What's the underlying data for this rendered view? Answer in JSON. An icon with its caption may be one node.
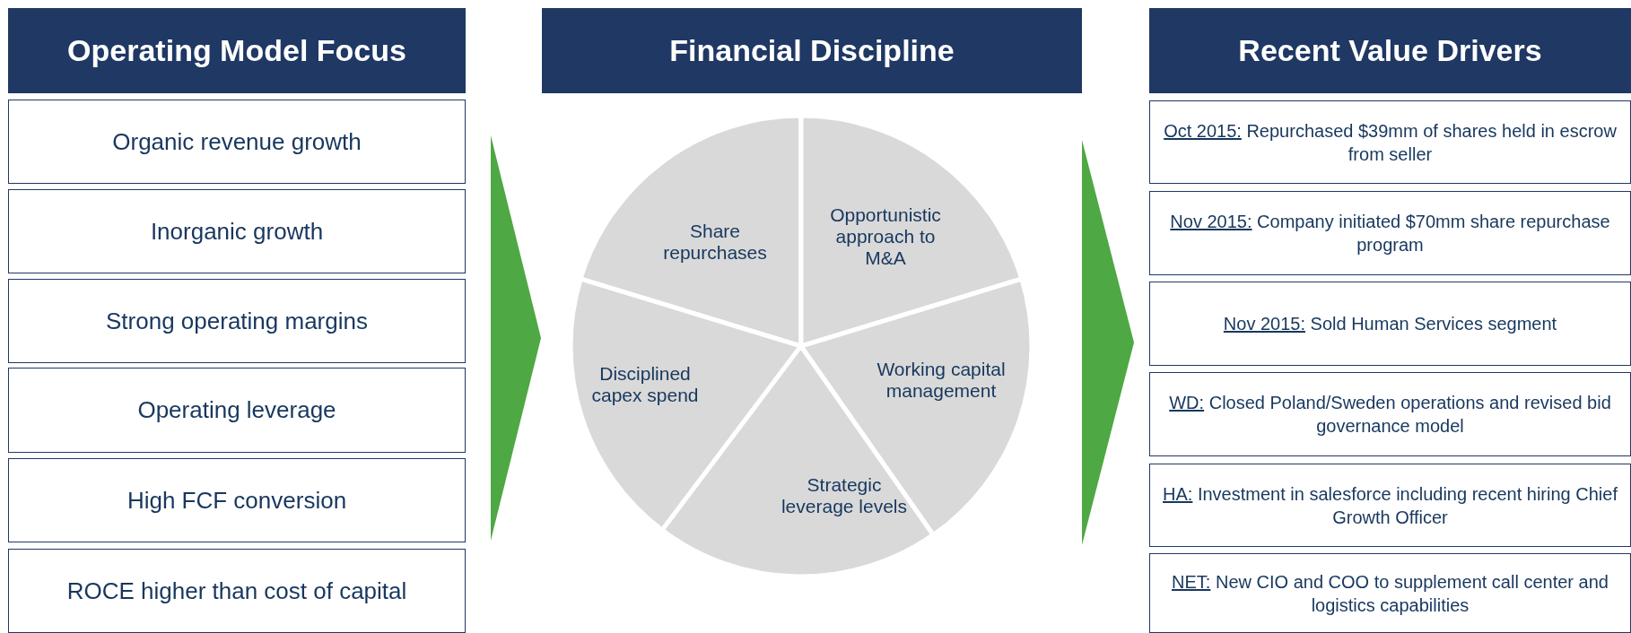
{
  "diagram": {
    "nodes": [
      {
        "text": [
          "Operating Model Focus"
        ]
      },
      {
        "text": [
          "Organic revenue growth"
        ]
      },
      {
        "text": [
          "Inorganic growth"
        ]
      },
      {
        "text": [
          "Strong operating margins"
        ]
      },
      {
        "text": [
          "Operating leverage"
        ]
      },
      {
        "text": [
          "High FCF conversion"
        ]
      },
      {
        "text": [
          "ROCE higher than cost of capital"
        ]
      },
      {
        "text": [
          "Financial Discipline"
        ]
      },
      {
        "text": [
          "Share repurchases"
        ]
      },
      {
        "text": [
          "Opportunistic approach to M&A"
        ]
      },
      {
        "text": [
          "Disciplined capex spend"
        ]
      },
      {
        "text": [
          "Working capital management"
        ]
      },
      {
        "text": [
          "Strategic leverage levels"
        ]
      },
      {
        "text": [
          "Recent Value Drivers"
        ]
      },
      {
        "text": [
          "Oct 2015:",
          "Repurchased $39mm of shares held in escrow from seller"
        ]
      },
      {
        "text": [
          "Nov 2015:",
          "Company initiated $70mm share repurchase program"
        ]
      },
      {
        "text": [
          "Nov 2015:",
          "Sold Human Services segment"
        ]
      },
      {
        "text": [
          "WD:",
          "Closed Poland/Sweden operations and revised bid governance model"
        ]
      },
      {
        "text": [
          "HA:",
          "Investment in salesforce including recent hiring Chief Growth Officer"
        ]
      },
      {
        "text": [
          "NET:",
          "New CIO and COO to supplement call center and logistics capabilities"
        ]
      }
    ]
  }
}
